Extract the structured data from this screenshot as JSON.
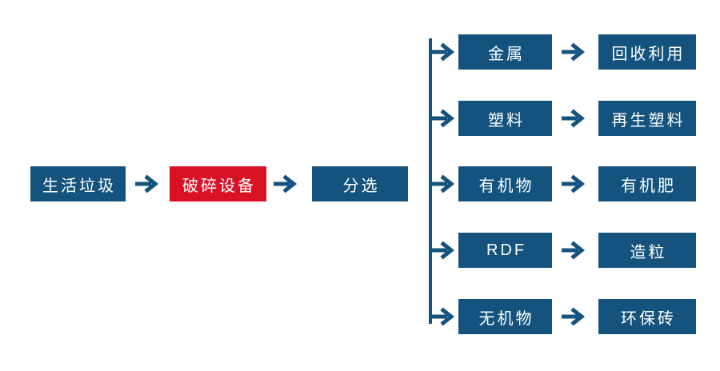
{
  "diagram": {
    "title": "household-waste-processing-flowchart",
    "main_chain": [
      {
        "label": "生活垃圾",
        "color": "blue"
      },
      {
        "label": "破碎设备",
        "color": "red"
      },
      {
        "label": "分选",
        "color": "blue"
      }
    ],
    "branches": [
      {
        "source": "金属",
        "result": "回收利用"
      },
      {
        "source": "塑料",
        "result": "再生塑料"
      },
      {
        "source": "有机物",
        "result": "有机肥"
      },
      {
        "source": "RDF",
        "result": "造粒"
      },
      {
        "source": "无机物",
        "result": "环保砖"
      }
    ]
  },
  "icons": {
    "arrow_right": "→"
  },
  "colors": {
    "box_blue": "#14537E",
    "box_red": "#DA1226",
    "arrow_blue": "#14537E",
    "text": "#FFFFFF",
    "background": "#FFFFFF"
  }
}
